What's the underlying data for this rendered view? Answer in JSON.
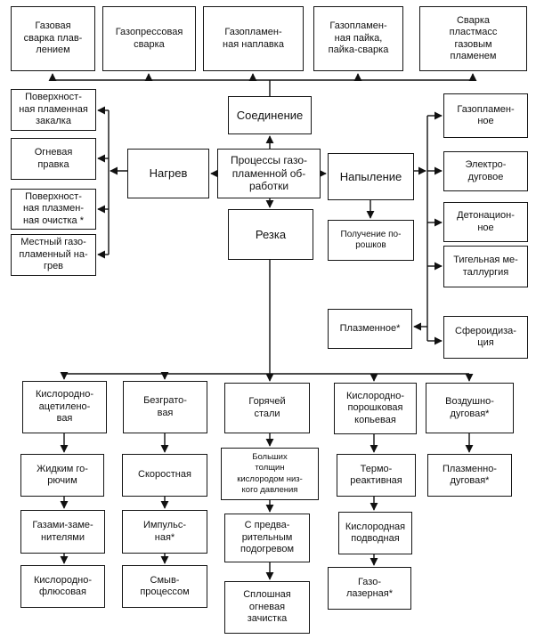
{
  "diagram": {
    "language": "ru",
    "root": "Процессы газопламенной обработки",
    "colors": {
      "line": "#111111",
      "box_border": "#151515",
      "box_fill": "#ffffff",
      "text": "#111111"
    },
    "nodes": {
      "top1": "Газовая\nсварка плав-\nлением",
      "top2": "Газопрессовая\nсварка",
      "top3": "Газопламен-\nная наплавка",
      "top4": "Газопламен-\nная пайка,\nпайка-сварка",
      "top5": "Сварка\nпластмасс\nгазовым\nпламенем",
      "heat1": "Поверхност-\nная пламенная\nзакалка",
      "heat2": "Огневая\nправка",
      "heat3": "Поверхност-\nная плазмен-\nная очистка *",
      "heat4": "Местный газо-\nпламенный на-\nгрев",
      "soedinenie": "Соединение",
      "nagrev": "Нагрев",
      "process": "Процессы газо-\nпламенной об-\nработки",
      "napylenie": "Напыление",
      "rezka": "Резка",
      "poroshki": "Получение по-\nрошков",
      "spray1": "Газопламен-\nное",
      "spray2": "Электро-\nдуговое",
      "spray3": "Детонацион-\nное",
      "spray4": "Тигельная ме-\nталлургия",
      "plazmennoe": "Плазменное*",
      "sferoid": "Сфероидиза-\nция",
      "cut1a": "Кислородно-\nацетилено-\nвая",
      "cut1b": "Жидким го-\nрючим",
      "cut1c": "Газами-заме-\nнителями",
      "cut1d": "Кислородно-\nфлюсовая",
      "cut2a": "Безграто-\nвая",
      "cut2b": "Скоростная",
      "cut2c": "Импульс-\nная*",
      "cut2d": "Смыв-\nпроцессом",
      "cut3a": "Горячей\nстали",
      "cut3b": "Больших\nтолщин\nкислородом низ-\nкого давления",
      "cut3c": "С предва-\nрительным\nподогревом",
      "cut3d": "Сплошная\nогневая\nзачистка",
      "cut4a": "Кислородно-\nпорошковая\nкопьевая",
      "cut4b": "Термо-\nреактивная",
      "cut4c": "Кислородная\nподводная",
      "cut4d": "Газо-\nлазерная*",
      "cut5a": "Воздушно-\nдуговая*",
      "cut5b": "Плазменно-\nдуговая*"
    },
    "edges": [
      {
        "from": "process",
        "to": [
          "soedinenie",
          "nagrev",
          "napylenie",
          "rezka"
        ]
      },
      {
        "from": "soedinenie",
        "to": [
          "top1",
          "top2",
          "top3",
          "top4",
          "top5"
        ]
      },
      {
        "from": "nagrev",
        "to": [
          "heat1",
          "heat2",
          "heat3",
          "heat4"
        ]
      },
      {
        "from": "napylenie",
        "to": [
          "spray1",
          "spray2",
          "spray3",
          "spray4",
          "plazmennoe",
          "sferoid",
          "poroshki"
        ]
      },
      {
        "from": "rezka",
        "to": [
          "cut1a",
          "cut2a",
          "cut3a",
          "cut4a",
          "cut5a"
        ]
      },
      {
        "from": "cut1a",
        "to": [
          "cut1b"
        ]
      },
      {
        "from": "cut1b",
        "to": [
          "cut1c"
        ]
      },
      {
        "from": "cut1c",
        "to": [
          "cut1d"
        ]
      },
      {
        "from": "cut2a",
        "to": [
          "cut2b"
        ]
      },
      {
        "from": "cut2b",
        "to": [
          "cut2c"
        ]
      },
      {
        "from": "cut2c",
        "to": [
          "cut2d"
        ]
      },
      {
        "from": "cut3a",
        "to": [
          "cut3b"
        ]
      },
      {
        "from": "cut3b",
        "to": [
          "cut3c"
        ]
      },
      {
        "from": "cut3c",
        "to": [
          "cut3d"
        ]
      },
      {
        "from": "cut4a",
        "to": [
          "cut4b"
        ]
      },
      {
        "from": "cut4b",
        "to": [
          "cut4c"
        ]
      },
      {
        "from": "cut4c",
        "to": [
          "cut4d"
        ]
      },
      {
        "from": "cut5a",
        "to": [
          "cut5b"
        ]
      }
    ]
  }
}
